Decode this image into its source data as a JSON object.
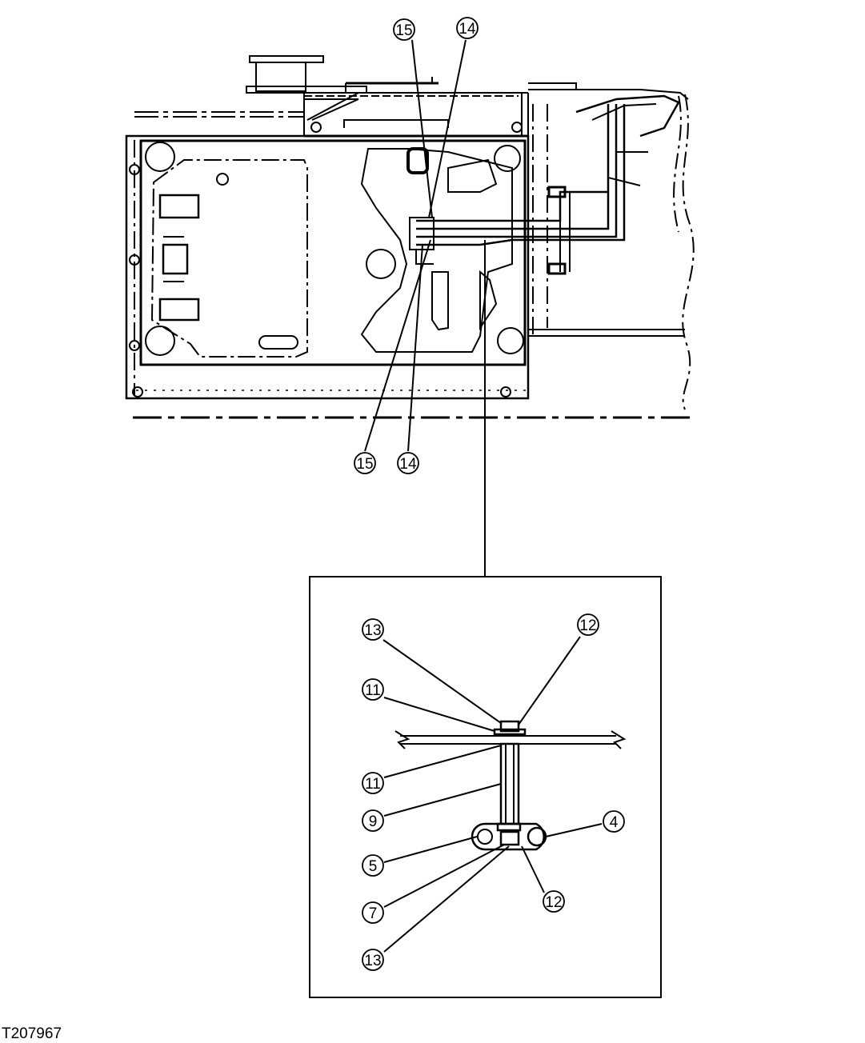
{
  "figure_id": "T207967",
  "callouts_main": [
    {
      "label": "15"
    },
    {
      "label": "14"
    },
    {
      "label": "15"
    },
    {
      "label": "14"
    }
  ],
  "callouts_detail": [
    {
      "label": "13"
    },
    {
      "label": "12"
    },
    {
      "label": "11"
    },
    {
      "label": "11"
    },
    {
      "label": "9"
    },
    {
      "label": "4"
    },
    {
      "label": "5"
    },
    {
      "label": "7"
    },
    {
      "label": "12"
    },
    {
      "label": "13"
    }
  ]
}
